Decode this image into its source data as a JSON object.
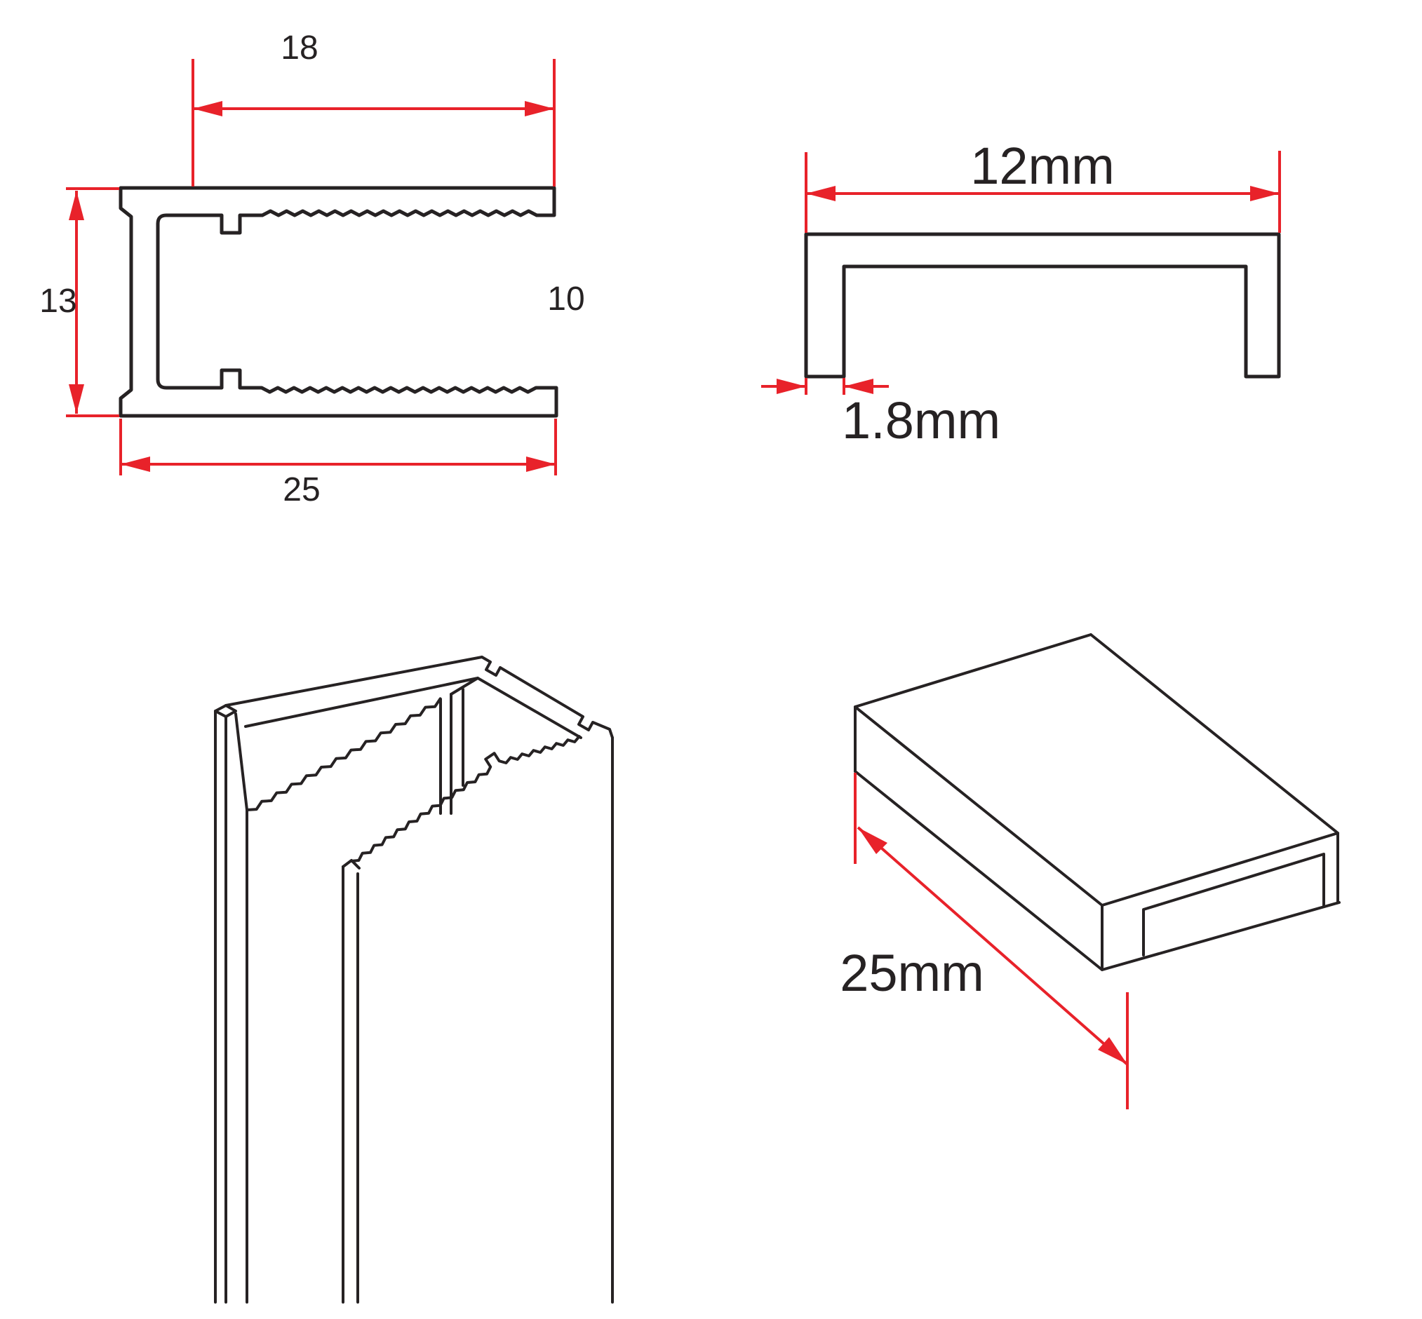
{
  "drawing": {
    "type": "technical-profile-drawing",
    "figures": {
      "front_cross_section": {
        "description": "C-channel profile cross-section with serrated flanges",
        "labels": {
          "top_width": "18",
          "left_height": "13",
          "right_opening": "10",
          "bottom_width": "25"
        }
      },
      "cap_cross_section": {
        "description": "U-cap profile cross-section",
        "labels": {
          "width": "12mm",
          "wall_thickness": "1.8mm"
        }
      },
      "channel_isometric": {
        "description": "isometric view of extruded serrated C-channel",
        "labels": {}
      },
      "cap_isometric": {
        "description": "isometric view of cap channel",
        "labels": {
          "length": "25mm"
        }
      }
    },
    "colors": {
      "dimension": "#e8222a",
      "outline": "#262223",
      "background": "#ffffff"
    }
  }
}
